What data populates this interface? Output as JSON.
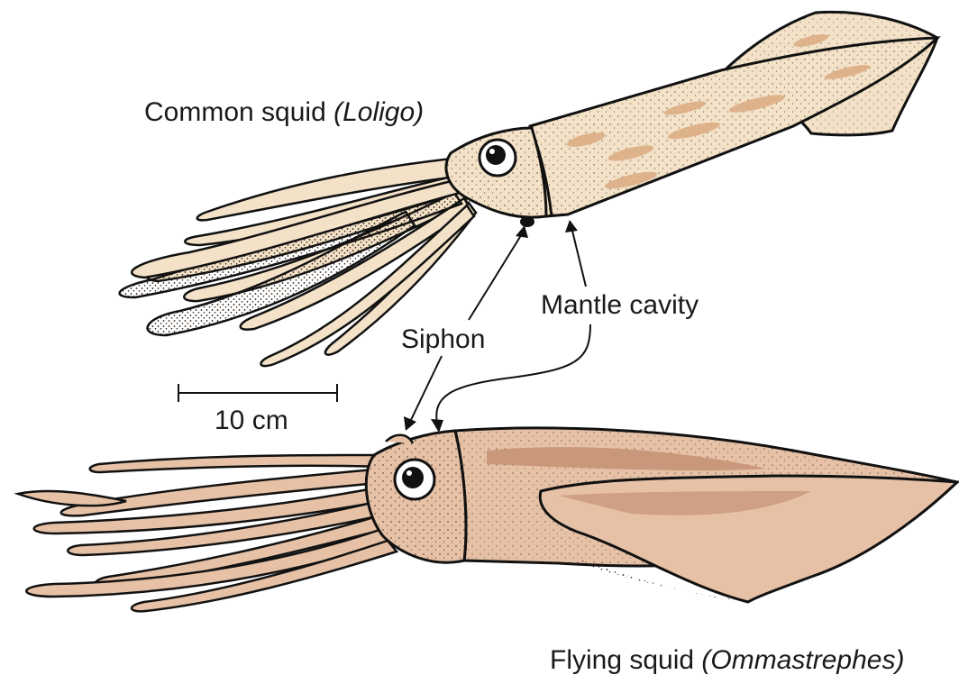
{
  "labels": {
    "common_squid_name": "Common squid ",
    "common_squid_genus": "(Loligo)",
    "flying_squid_name": "Flying squid ",
    "flying_squid_genus": "(Ommastrephes)",
    "siphon": "Siphon",
    "mantle_cavity": "Mantle cavity",
    "scale_bar": "10 cm"
  },
  "colors": {
    "common_squid_body": "#f3e2c8",
    "common_squid_markings": "#dcae86",
    "flying_squid_body": "#e6c1a6",
    "flying_squid_markings": "#c9977a",
    "outline": "#111111"
  }
}
